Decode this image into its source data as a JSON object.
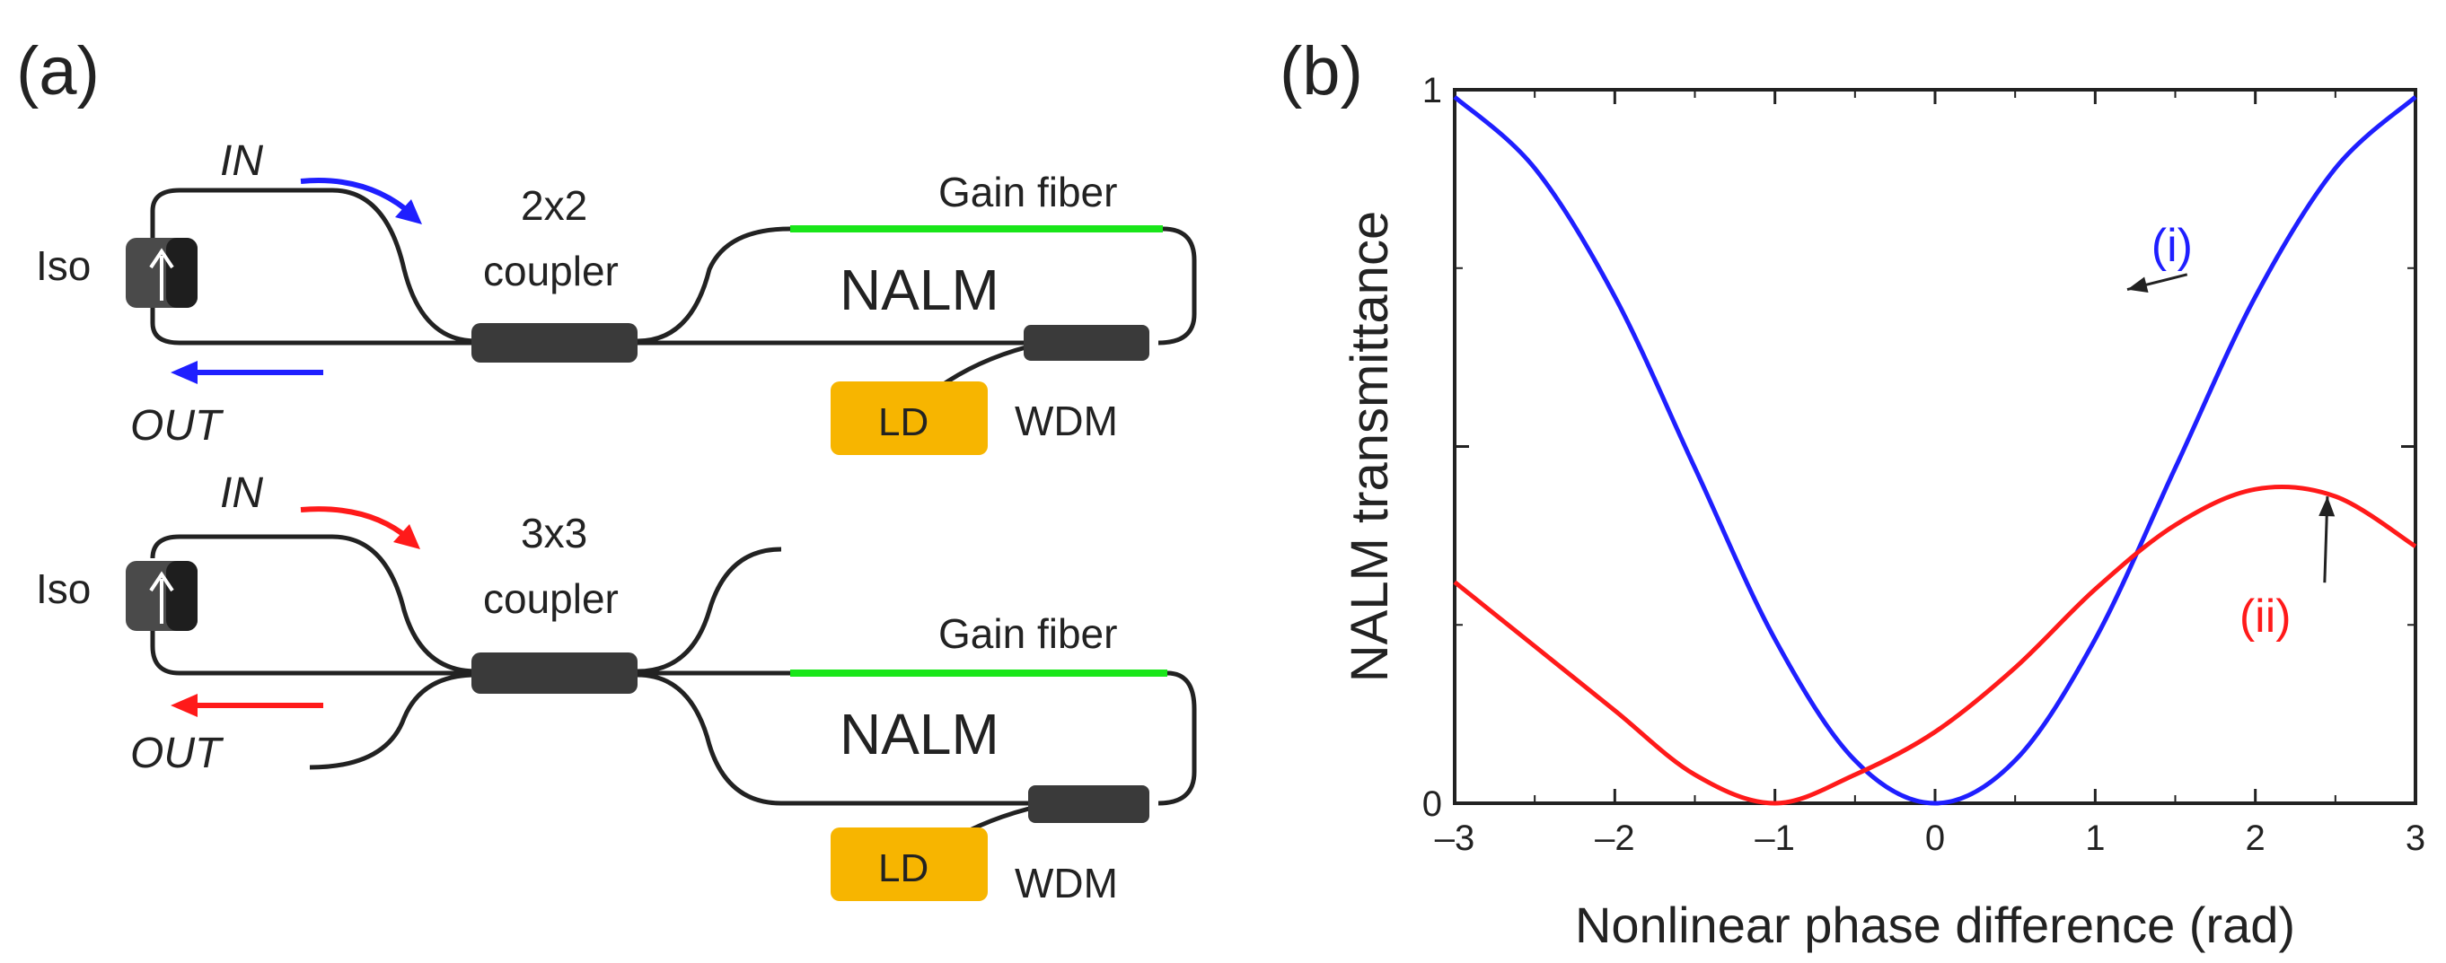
{
  "panel_a": {
    "label": "(a)",
    "top": {
      "in_label": "IN",
      "out_label": "OUT",
      "iso_label": "Iso",
      "coupler_label_line1": "2x2",
      "coupler_label_line2": "coupler",
      "gain_fiber_label": "Gain fiber",
      "loop_label": "NALM",
      "ld_label": "LD",
      "wdm_label": "WDM",
      "accent_color": "#1f1fff"
    },
    "bottom": {
      "in_label": "IN",
      "out_label": "OUT",
      "iso_label": "Iso",
      "coupler_label_line1": "3x3",
      "coupler_label_line2": "coupler",
      "gain_fiber_label": "Gain fiber",
      "loop_label": "NALM",
      "ld_label": "LD",
      "wdm_label": "WDM",
      "accent_color": "#ff1a1a"
    },
    "gain_fiber_color": "#19e619",
    "ld_color": "#f7b500"
  },
  "panel_b": {
    "label": "(b)"
  },
  "chart_data": {
    "type": "line",
    "title": "",
    "xlabel": "Nonlinear phase difference (rad)",
    "ylabel": "NALM transmittance",
    "xlim": [
      -3,
      3
    ],
    "ylim": [
      0,
      1
    ],
    "x_ticks": [
      "-3",
      "-2",
      "-1",
      "0",
      "1",
      "2",
      "3"
    ],
    "y_ticks": [
      "0",
      "1"
    ],
    "series": [
      {
        "name": "(i)",
        "color": "#1f1fff",
        "x": [
          -3,
          -2.5,
          -2,
          -1.5,
          -1,
          -0.5,
          0,
          0.5,
          1,
          1.5,
          2,
          2.5,
          3
        ],
        "y": [
          0.99,
          0.89,
          0.71,
          0.47,
          0.23,
          0.06,
          0.0,
          0.06,
          0.23,
          0.47,
          0.71,
          0.89,
          0.99
        ]
      },
      {
        "name": "(ii)",
        "color": "#ff1a1a",
        "x": [
          -3,
          -2.5,
          -2,
          -1.5,
          -1,
          -0.5,
          0,
          0.5,
          1,
          1.5,
          2,
          2.5,
          3
        ],
        "y": [
          0.31,
          0.22,
          0.13,
          0.04,
          0.0,
          0.04,
          0.1,
          0.19,
          0.3,
          0.39,
          0.44,
          0.43,
          0.36
        ]
      }
    ],
    "annotations": [
      {
        "text": "(i)",
        "x": 1.35,
        "y": 0.76
      },
      {
        "text": "(ii)",
        "x": 1.9,
        "y": 0.24
      }
    ],
    "grid": false,
    "legend": "none"
  }
}
